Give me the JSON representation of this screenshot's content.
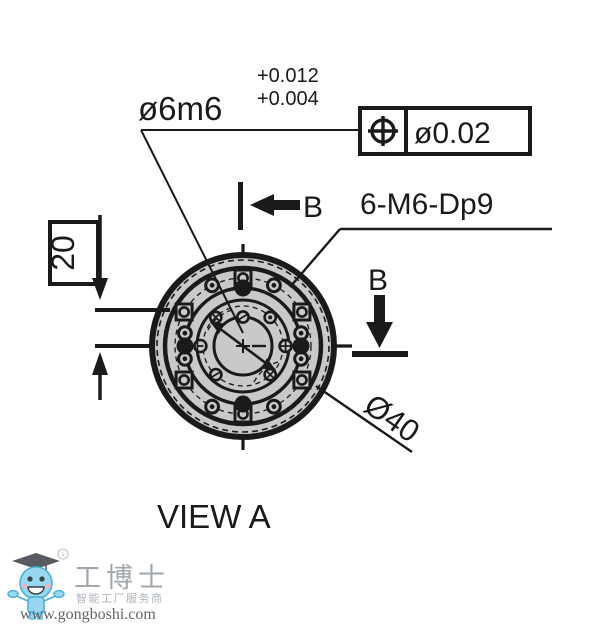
{
  "drawing": {
    "title": "VIEW A",
    "dimensions": {
      "shaft_diameter": "ø6m6",
      "tolerance_upper": "+0.012",
      "tolerance_lower": "+0.004",
      "height_dimension": "20",
      "bolt_circle_diameter": "Ø40"
    },
    "feature_control_frame": {
      "symbol": "position-symbol",
      "tolerance_value": "ø0.02"
    },
    "thread_callout": "6-M6-Dp9",
    "section_marks": {
      "left_label": "B",
      "right_label": "B"
    },
    "colors": {
      "line": "#1a1a1a",
      "body_fill": "#c9c9c9",
      "background": "#ffffff"
    }
  },
  "watermark": {
    "brand_name": "工博士",
    "tagline": "智能工厂服务商",
    "website": "www.gongboshi.com",
    "registered_mark": "®",
    "colors": {
      "mascot_body": "#8fd4ef",
      "mascot_outline": "#3aa9d4",
      "brand_text": "#9aa0a6",
      "url_text": "#55585c"
    }
  }
}
